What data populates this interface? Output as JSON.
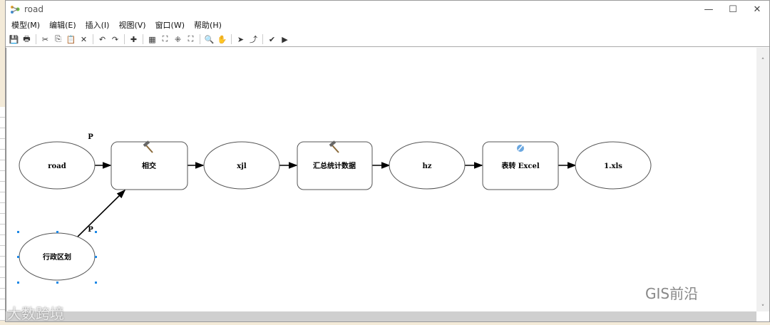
{
  "window": {
    "title": "road",
    "controls": [
      "—",
      "☐",
      "✕"
    ]
  },
  "menu": [
    "模型(M)",
    "编辑(E)",
    "插入(I)",
    "视图(V)",
    "窗口(W)",
    "帮助(H)"
  ],
  "toolbar": [
    {
      "icon": "save-icon",
      "g": "💾"
    },
    {
      "icon": "print-icon",
      "g": "🖶"
    },
    "|",
    {
      "icon": "cut-icon",
      "g": "✂"
    },
    {
      "icon": "copy-icon",
      "g": "⎘"
    },
    {
      "icon": "paste-icon",
      "g": "📋"
    },
    {
      "icon": "delete-icon",
      "g": "✕"
    },
    "|",
    {
      "icon": "undo-icon",
      "g": "↶"
    },
    {
      "icon": "redo-icon",
      "g": "↷"
    },
    "|",
    {
      "icon": "add-data-icon",
      "g": "✚"
    },
    "|",
    {
      "icon": "auto-layout-icon",
      "g": "▦"
    },
    {
      "icon": "full-extent-icon",
      "g": "⛶"
    },
    {
      "icon": "fixed-zoom-in-icon",
      "g": "⁜"
    },
    {
      "icon": "fixed-zoom-out-icon",
      "g": "⛶"
    },
    "|",
    {
      "icon": "zoom-in-icon",
      "g": "🔍"
    },
    {
      "icon": "pan-icon",
      "g": "✋"
    },
    "|",
    {
      "icon": "select-icon",
      "g": "➤"
    },
    {
      "icon": "connect-icon",
      "g": "⤴"
    },
    "|",
    {
      "icon": "validate-icon",
      "g": "✔"
    },
    {
      "icon": "run-icon",
      "g": "▶"
    }
  ],
  "model": {
    "nodes": {
      "road": "road",
      "intersect": "相交",
      "xjl": "xjl",
      "summary": "汇总统计数据",
      "hz": "hz",
      "toexcel": "表转 Excel",
      "xls": "1.xls",
      "district": "行政区划"
    },
    "param_marker": "P"
  },
  "watermarks": [
    "大数跨境",
    "GIS前沿"
  ]
}
